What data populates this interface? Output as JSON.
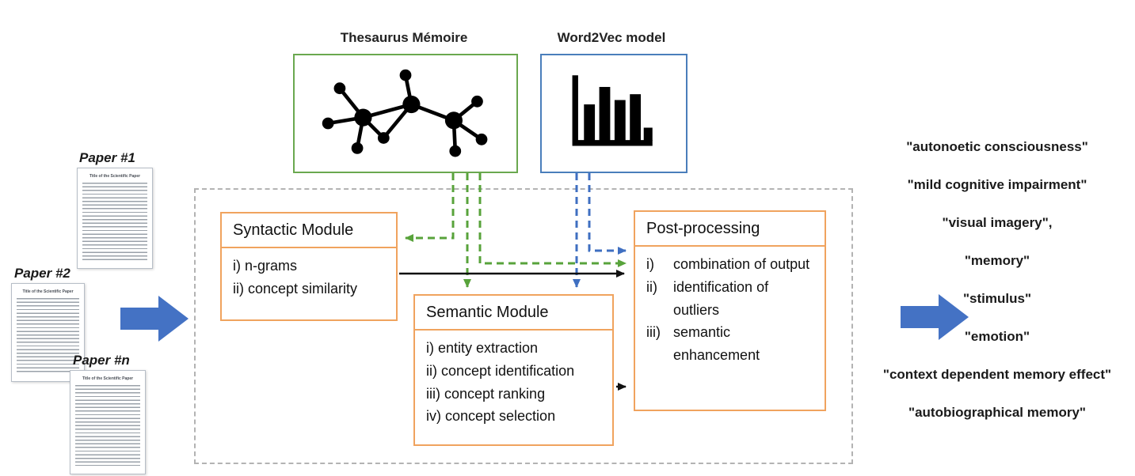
{
  "sources": {
    "thesaurus": {
      "label": "Thesaurus  Mémoire",
      "border_color": "#6aa84f",
      "icon": "network-graph-icon"
    },
    "word2vec": {
      "label": "Word2Vec model",
      "border_color": "#4a7ebb",
      "icon": "bar-chart-icon"
    }
  },
  "papers": {
    "doc_title": "Title of the Scientific Paper",
    "items": [
      {
        "label": "Paper #1"
      },
      {
        "label": "Paper #2"
      },
      {
        "label": "Paper #n"
      }
    ]
  },
  "pipeline": {
    "syntactic": {
      "title": "Syntactic Module",
      "items": [
        "i) n-grams",
        "ii) concept similarity"
      ]
    },
    "semantic": {
      "title": "Semantic Module",
      "items": [
        "i) entity extraction",
        "ii) concept identification",
        "iii) concept ranking",
        "iv) concept selection"
      ]
    },
    "post": {
      "title": "Post-processing",
      "items": [
        {
          "n": "i)",
          "text": "combination of output"
        },
        {
          "n": "ii)",
          "text": "identification of outliers"
        },
        {
          "n": "iii)",
          "text": "semantic enhancement"
        }
      ]
    }
  },
  "output_terms": [
    "\"autonoetic consciousness\"",
    "\"mild cognitive impairment\"",
    "\"visual imagery\",",
    "\"memory\"",
    "\"stimulus\"",
    "\"emotion\"",
    "\"context dependent memory effect\"",
    "\"autobiographical memory\""
  ],
  "colors": {
    "module_border": "#f0a35e",
    "frame_border": "#b3b3b3",
    "arrow_green": "#58a33b",
    "arrow_blue": "#3f6fc1",
    "arrow_black": "#111111",
    "block_arrow": "#4472c4"
  }
}
